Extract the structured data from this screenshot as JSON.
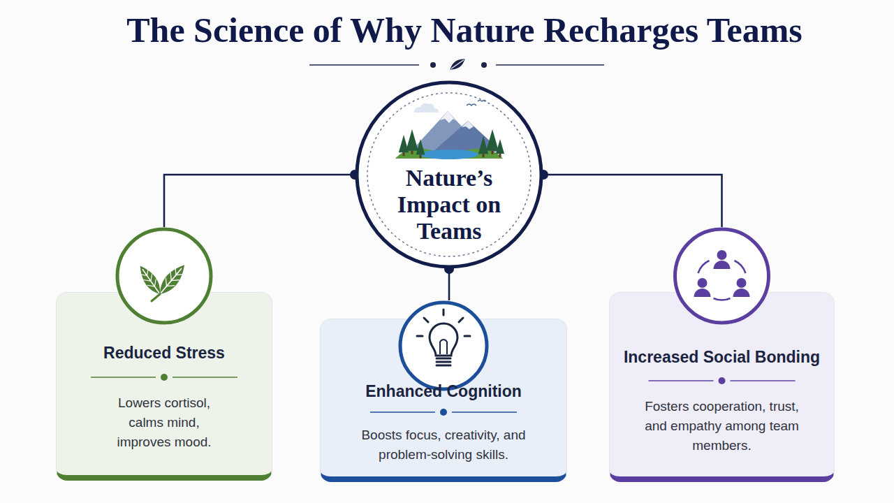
{
  "diagram": {
    "title": "The Science of Why Nature Recharges Teams",
    "nodes": [
      {
        "text": [
          "Nature’s Impact on Teams"
        ]
      },
      {
        "text": [
          "Reduced Stress",
          "Lowers cortisol, calms mind, improves mood."
        ]
      },
      {
        "text": [
          "Enhanced Cognition",
          "Boosts focus, creativity, and problem-solving skills."
        ]
      },
      {
        "text": [
          "Increased Social Bonding",
          "Fosters cooperation, trust, and empathy among team members."
        ]
      }
    ],
    "edges": [
      {
        "from": 0,
        "to": 1,
        "arrow": "none"
      },
      {
        "from": 0,
        "to": 2,
        "arrow": "none"
      },
      {
        "from": 0,
        "to": 3,
        "arrow": "none"
      }
    ]
  }
}
